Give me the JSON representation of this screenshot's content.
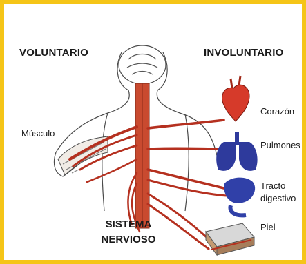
{
  "labels": {
    "voluntary": "VOLUNTARIO",
    "involuntary": "INVOLUNTARIO",
    "muscle": "Músculo",
    "heart": "Corazón",
    "lungs": "Pulmones",
    "digestive_line1": "Tracto",
    "digestive_line2": "digestivo",
    "skin": "Piel",
    "system_line1": "SISTEMA",
    "system_line2": "NERVIOSO"
  },
  "colors": {
    "frame": "#f5c518",
    "nerve": "#b5301f",
    "heart": "#d63a2a",
    "lungs": "#2e3a9c",
    "digestive": "#3040a8",
    "skin": "#9a9a9a"
  }
}
